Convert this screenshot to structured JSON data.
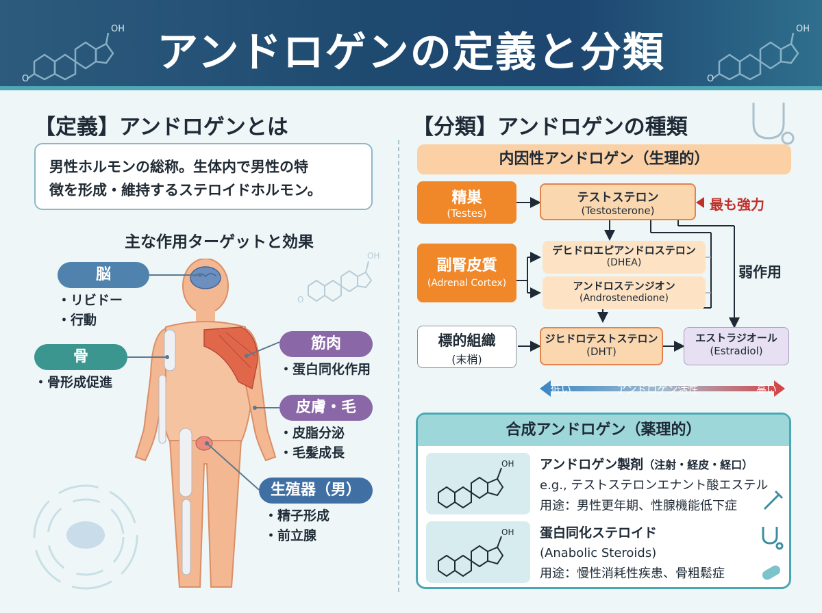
{
  "header": {
    "title": "アンドロゲンの定義と分類"
  },
  "definition": {
    "heading": "【定義】アンドロゲンとは",
    "line1": "男性ホルモンの総称。生体内で男性の特",
    "line2": "徴を形成・維持するステロイドホルモン。",
    "targets_title": "主な作用ターゲットと効果"
  },
  "targets": [
    {
      "label": "脳",
      "effects": [
        "・リビドー",
        "・行動"
      ],
      "color": "#4f82ac"
    },
    {
      "label": "骨",
      "effects": [
        "・骨形成促進"
      ],
      "color": "#3a968e"
    },
    {
      "label": "筋肉",
      "effects": [
        "・蛋白同化作用"
      ],
      "color": "#8a67a7"
    },
    {
      "label": "皮膚・毛",
      "effects": [
        "・皮脂分泌",
        "・毛髪成長"
      ],
      "color": "#8a67a7"
    },
    {
      "label": "生殖器（男）",
      "effects": [
        "・精子形成",
        "・前立腺"
      ],
      "color": "#3f6fa3"
    }
  ],
  "classification": {
    "heading": "【分類】アンドロゲンの種類",
    "endogenous_header": "内因性アンドロゲン（生理的）",
    "testes": {
      "jp": "精巣",
      "en": "(Testes)"
    },
    "adrenal": {
      "jp": "副腎皮質",
      "en": "(Adrenal Cortex)"
    },
    "target_tissue": {
      "jp": "標的組織",
      "en": "(末梢)"
    },
    "testosterone": {
      "jp": "テストステロン",
      "en": "(Testosterone)"
    },
    "strongest": "最も強力",
    "dhea": {
      "jp": "デヒドロエピアンドロステロン",
      "en": "(DHEA)"
    },
    "androstenedione": {
      "jp": "アンドロステンジオン",
      "en": "(Androstenedione)"
    },
    "weak_action": "弱作用",
    "dht": {
      "jp": "ジヒドロテストステロン",
      "en": "(DHT)"
    },
    "estradiol": {
      "jp": "エストラジオール",
      "en": "(Estradiol)"
    },
    "activity_scale": {
      "low": "低い",
      "label": "アンドロゲン活性",
      "high": "高い"
    }
  },
  "synthetic": {
    "header": "合成アンドロゲン（薬理的）",
    "items": [
      {
        "title": "アンドロゲン製剤",
        "title_note": "（注射・経皮・経口）",
        "line2": "e.g., テストステロンエナント酸エステル",
        "line3": "用途：男性更年期、性腺機能低下症",
        "mol_label": "OH"
      },
      {
        "title": "蛋白同化ステロイド",
        "title_note": "",
        "line2": "(Anabolic Steroids)",
        "line3": "用途：慢性消耗性疾患、骨粗鬆症",
        "mol_label": "OH"
      }
    ]
  },
  "colors": {
    "orange": "#f0882a",
    "light_orange": "#fbd7b0",
    "purple_box": "#e7e0f2",
    "teal": "#4aa8b3"
  }
}
